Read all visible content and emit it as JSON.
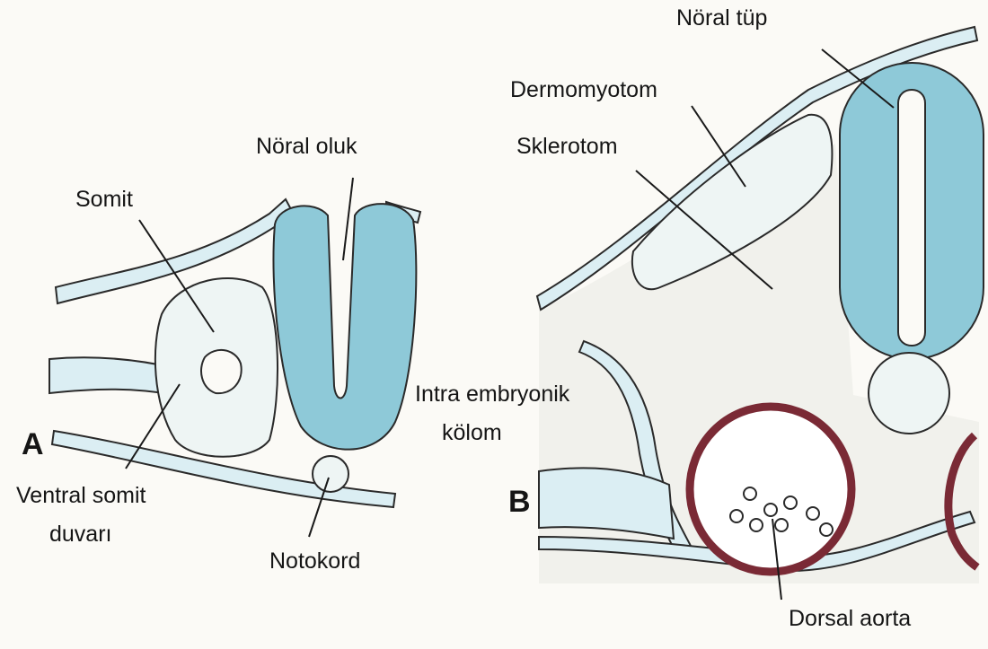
{
  "panel_a": {
    "panel_letter": "A",
    "labels": {
      "noral_oluk": "Nöral oluk",
      "somit": "Somit",
      "ventral_somit_line1": "Ventral somit",
      "ventral_somit_line2": "duvarı",
      "notokord": "Notokord"
    }
  },
  "panel_b": {
    "panel_letter": "B",
    "labels": {
      "noral_tup": "Nöral tüp",
      "dermomyotom": "Dermomyotom",
      "sklerotom": "Sklerotom",
      "intra_line1": "Intra embryonik",
      "intra_line2": "kölom",
      "dorsal_aorta": "Dorsal aorta"
    }
  },
  "colors": {
    "neural_tissue": "#8ec9d8",
    "aorta_wall": "#7a2a35",
    "ink": "#151515"
  }
}
